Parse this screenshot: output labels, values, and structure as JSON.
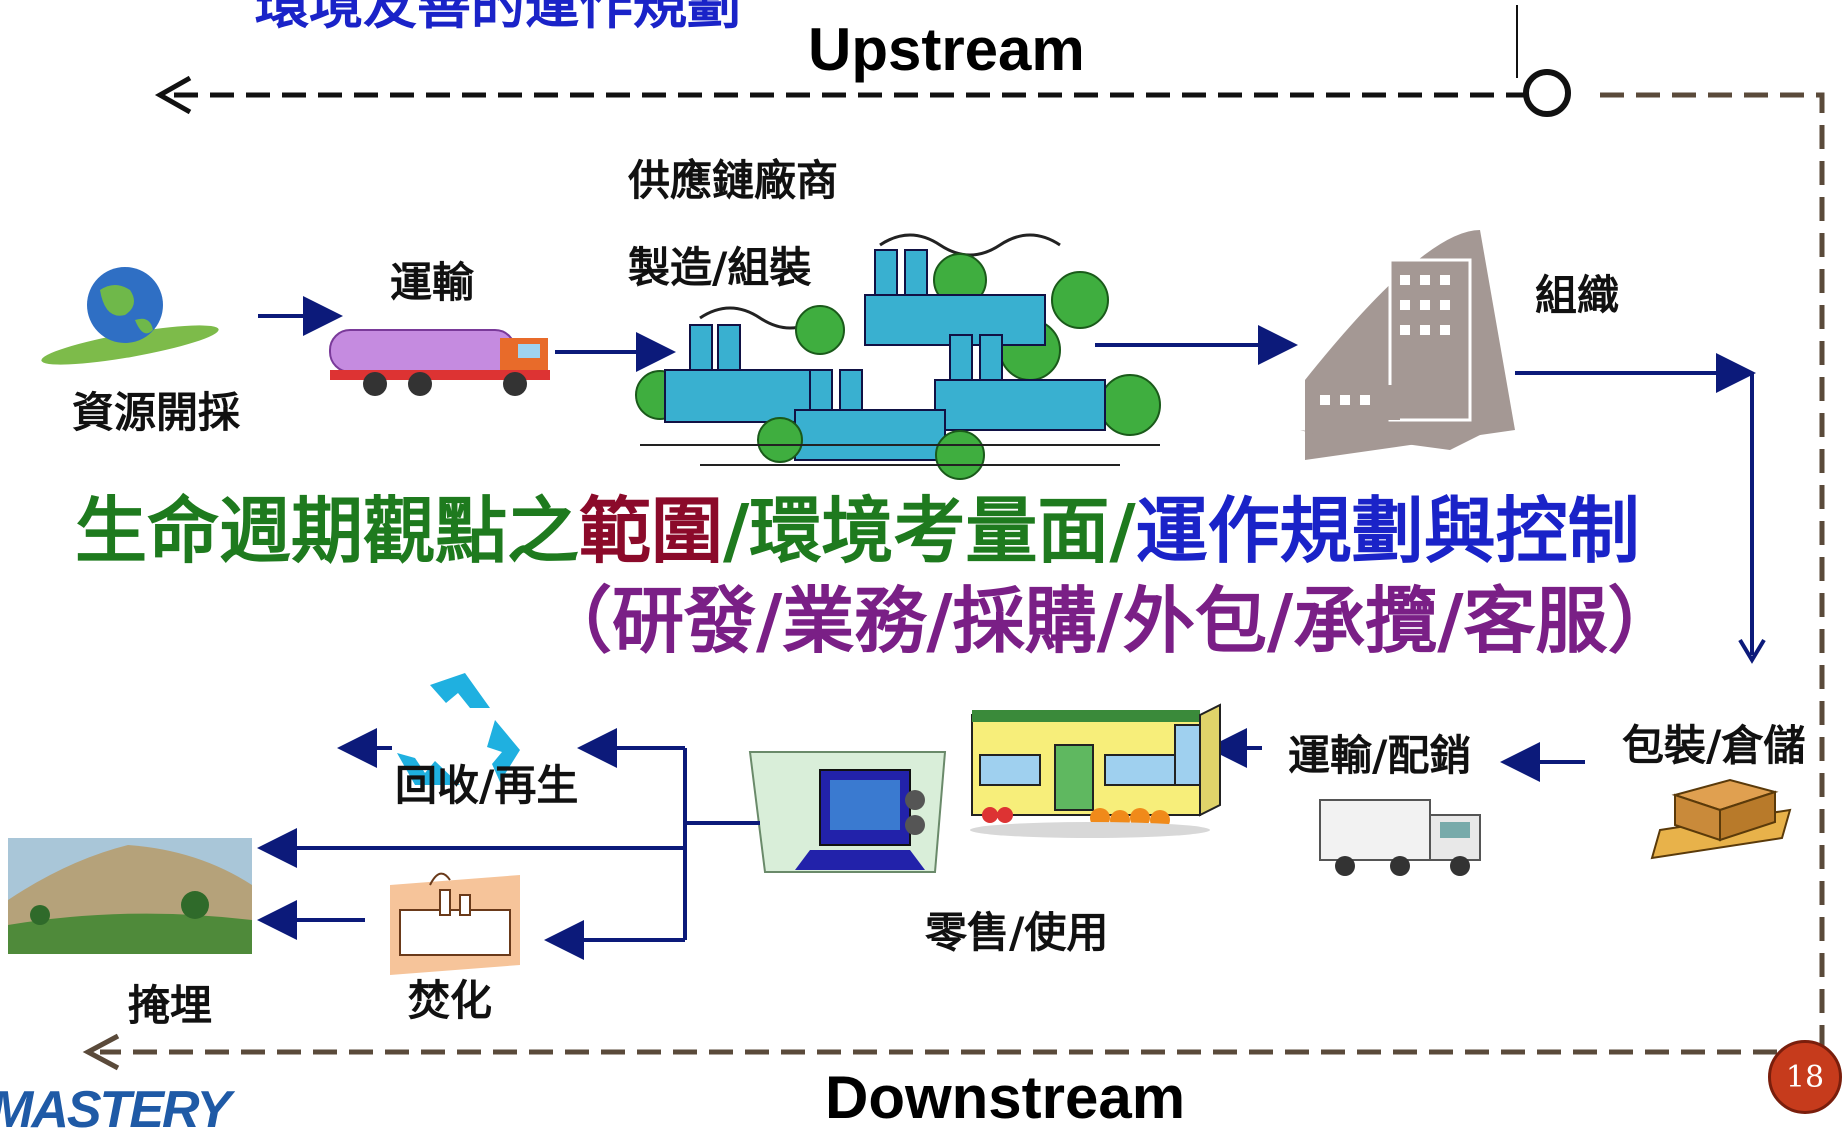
{
  "top_title_partial": "環境友善的運作規劃",
  "upstream": "Upstream",
  "downstream": "Downstream",
  "stages": {
    "resource": "資源開採",
    "transport1": "運輸",
    "supplier": "供應鏈廠商",
    "manufacture": "製造/組裝",
    "organization": "組織",
    "packaging": "包裝/倉儲",
    "distribution": "運輸/配銷",
    "retail": "零售/使用",
    "recycle": "回收/再生",
    "incinerate": "焚化",
    "landfill": "掩埋"
  },
  "headline": {
    "part1": "生命週期觀點之",
    "part2": "範圍",
    "sep1": "/",
    "part3": "環境考量面",
    "sep2": "/",
    "part4": "運作規劃與控制"
  },
  "subheadline": "（研發/業務/採購/外包/承攬/客服）",
  "logo": "MASTERY",
  "page_number": "18",
  "colors": {
    "green": "#1e7a1e",
    "maroon": "#8b0a2a",
    "blue": "#1a23c8",
    "purple": "#7a1f86",
    "navy": "#0c1a7a",
    "factory": "#39b0d0",
    "tree": "#3fae3f"
  }
}
